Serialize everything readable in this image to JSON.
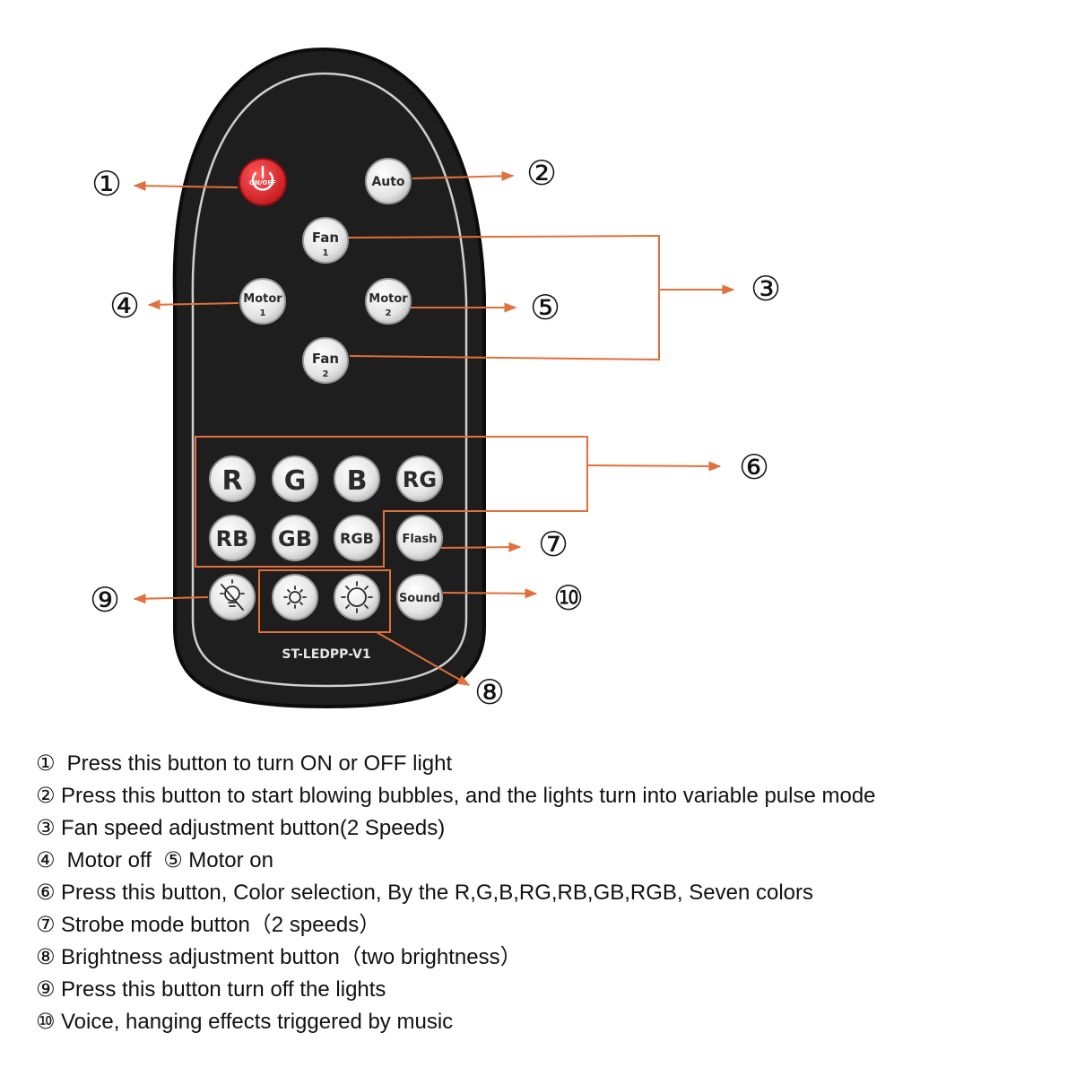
{
  "remote": {
    "model": "ST-LEDPP-V1",
    "colors": {
      "body": "#1e1e1e",
      "button": "#e8e8e8",
      "power": "#d8232a",
      "arrow": "#e0703c"
    },
    "buttons": {
      "power": {
        "label": "ON/OFF",
        "icon": "power-icon"
      },
      "auto": {
        "label": "Auto"
      },
      "fan1": {
        "label": "Fan",
        "sub": "1"
      },
      "motor1": {
        "label": "Motor",
        "sub": "1"
      },
      "motor2": {
        "label": "Motor",
        "sub": "2"
      },
      "fan2": {
        "label": "Fan",
        "sub": "2"
      },
      "r": {
        "label": "R"
      },
      "g": {
        "label": "G"
      },
      "b": {
        "label": "B"
      },
      "rg": {
        "label": "RG"
      },
      "rb": {
        "label": "RB"
      },
      "gb": {
        "label": "GB"
      },
      "rgb": {
        "label": "RGB"
      },
      "flash": {
        "label": "Flash"
      },
      "light_off": {
        "icon": "bulb-off-icon"
      },
      "bright_low": {
        "icon": "sun-small-icon"
      },
      "bright_high": {
        "icon": "sun-large-icon"
      },
      "sound": {
        "label": "Sound"
      }
    }
  },
  "callouts": [
    "①",
    "②",
    "③",
    "④",
    "⑤",
    "⑥",
    "⑦",
    "⑧",
    "⑨",
    "⑩"
  ],
  "legend": [
    {
      "marker": "①",
      "text": " Press this button to turn ON or OFF light"
    },
    {
      "marker": "②",
      "text": "Press this button to start blowing bubbles, and the lights turn into variable pulse mode"
    },
    {
      "marker": "③",
      "text": "Fan speed adjustment button(2 Speeds)"
    },
    {
      "marker": "④",
      "text": " Motor off  ",
      "marker2": "⑤",
      "text2": "Motor on"
    },
    {
      "marker": "⑥",
      "text": "Press this button, Color selection, By the R,G,B,RG,RB,GB,RGB, Seven colors"
    },
    {
      "marker": "⑦",
      "text": "Strobe mode button（2 speeds）"
    },
    {
      "marker": "⑧",
      "text": "Brightness adjustment button（two brightness）"
    },
    {
      "marker": "⑨",
      "text": "Press this button turn off the lights"
    },
    {
      "marker": "⑩",
      "text": "Voice, hanging effects triggered by music"
    }
  ]
}
